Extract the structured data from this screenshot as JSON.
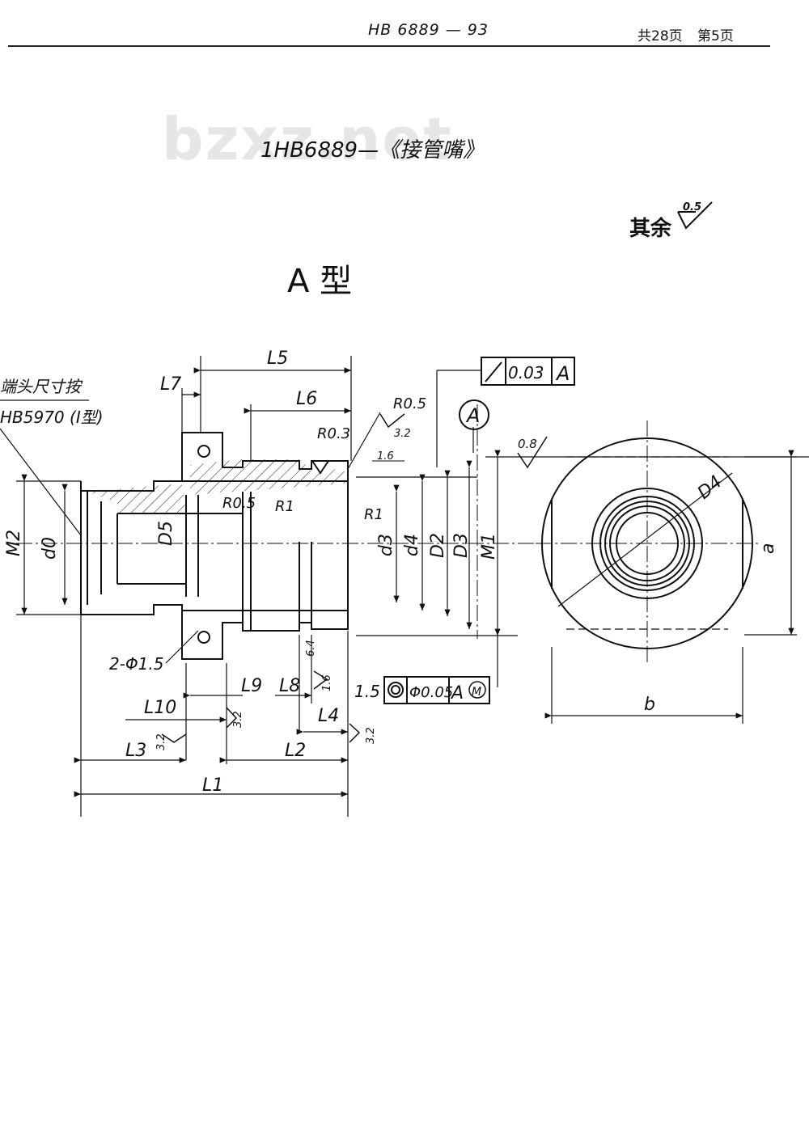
{
  "header": {
    "standard_code": "HB 6889 — 93",
    "total_pages": "共28页",
    "page_no": "第5页"
  },
  "watermark": "bzxz.net",
  "title": "1HB6889—《接管嘴》",
  "surface_rest": {
    "label": "其余",
    "value": "0.5"
  },
  "type_label": "A 型",
  "drawing": {
    "note_line1": "端头尺寸按",
    "note_line2": "HB5970 (Ⅰ型)",
    "dims": {
      "L1": "L1",
      "L2": "L2",
      "L3": "L3",
      "L4": "L4",
      "L5": "L5",
      "L6": "L6",
      "L7": "L7",
      "L8": "L8",
      "L9": "L9",
      "L10": "L10",
      "M1": "M1",
      "M2": "M2",
      "d0": "d0",
      "d3": "d3",
      "d4": "d4",
      "D2": "D2",
      "D3": "D3",
      "D4": "D4",
      "D5": "D5",
      "a": "a",
      "b": "b"
    },
    "radii": {
      "r05_top": "R0.5",
      "r03": "R0.3",
      "r05_inner": "R0.5",
      "r1_a": "R1",
      "r1_b": "R1"
    },
    "holes": "2-Φ1.5",
    "datum": "A",
    "runout": {
      "value": "0.03",
      "datum": "A"
    },
    "position": {
      "prefix": "1.5",
      "value": "Φ0.05",
      "datum": "A",
      "modifier": "M"
    },
    "roughness": {
      "r32_top": "3.2",
      "r16_top": "1.6",
      "r08": "0.8",
      "r64": "6.4",
      "r16_mid": "1.6",
      "r32_a": "3.2",
      "r32_b": "3.2",
      "r32_c": "3.2"
    }
  }
}
